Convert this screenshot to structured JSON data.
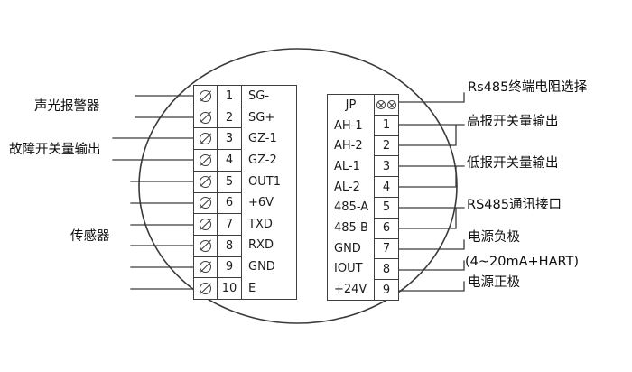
{
  "diagram": {
    "type": "terminal-wiring-diagram",
    "colors": {
      "line": "#3a3a3a",
      "text": "#111111",
      "background": "#ffffff"
    },
    "icons": {
      "screw_terminal": "circle-slash",
      "jumper_pin": "circle-x-pair"
    },
    "left_labels": {
      "alarm": "声光报警器",
      "fault_output": "故障开关量输出",
      "sensor": "传感器"
    },
    "left_block": {
      "rows": [
        {
          "num": "1",
          "name": "SG-"
        },
        {
          "num": "2",
          "name": "SG+"
        },
        {
          "num": "3",
          "name": "GZ-1"
        },
        {
          "num": "4",
          "name": "GZ-2"
        },
        {
          "num": "5",
          "name": "OUT1"
        },
        {
          "num": "6",
          "name": "+6V"
        },
        {
          "num": "7",
          "name": "TXD"
        },
        {
          "num": "8",
          "name": "RXD"
        },
        {
          "num": "9",
          "name": "GND"
        },
        {
          "num": "10",
          "name": "E"
        }
      ]
    },
    "right_block": {
      "rows": [
        {
          "num": "",
          "name": "JP"
        },
        {
          "num": "1",
          "name": "AH-1"
        },
        {
          "num": "2",
          "name": "AH-2"
        },
        {
          "num": "3",
          "name": "AL-1"
        },
        {
          "num": "4",
          "name": "AL-2"
        },
        {
          "num": "5",
          "name": "485-A"
        },
        {
          "num": "6",
          "name": "485-B"
        },
        {
          "num": "7",
          "name": "GND"
        },
        {
          "num": "8",
          "name": "IOUT"
        },
        {
          "num": "9",
          "name": "+24V"
        }
      ]
    },
    "right_labels": {
      "rs485_term": "Rs485终端电阻选择",
      "high_alarm": "高报开关量输出",
      "low_alarm": "低报开关量输出",
      "rs485_comm": "RS485通讯接口",
      "power_neg": "电源负极",
      "current_loop": "(4~20mA+HART)",
      "power_pos": "电源正极"
    }
  }
}
